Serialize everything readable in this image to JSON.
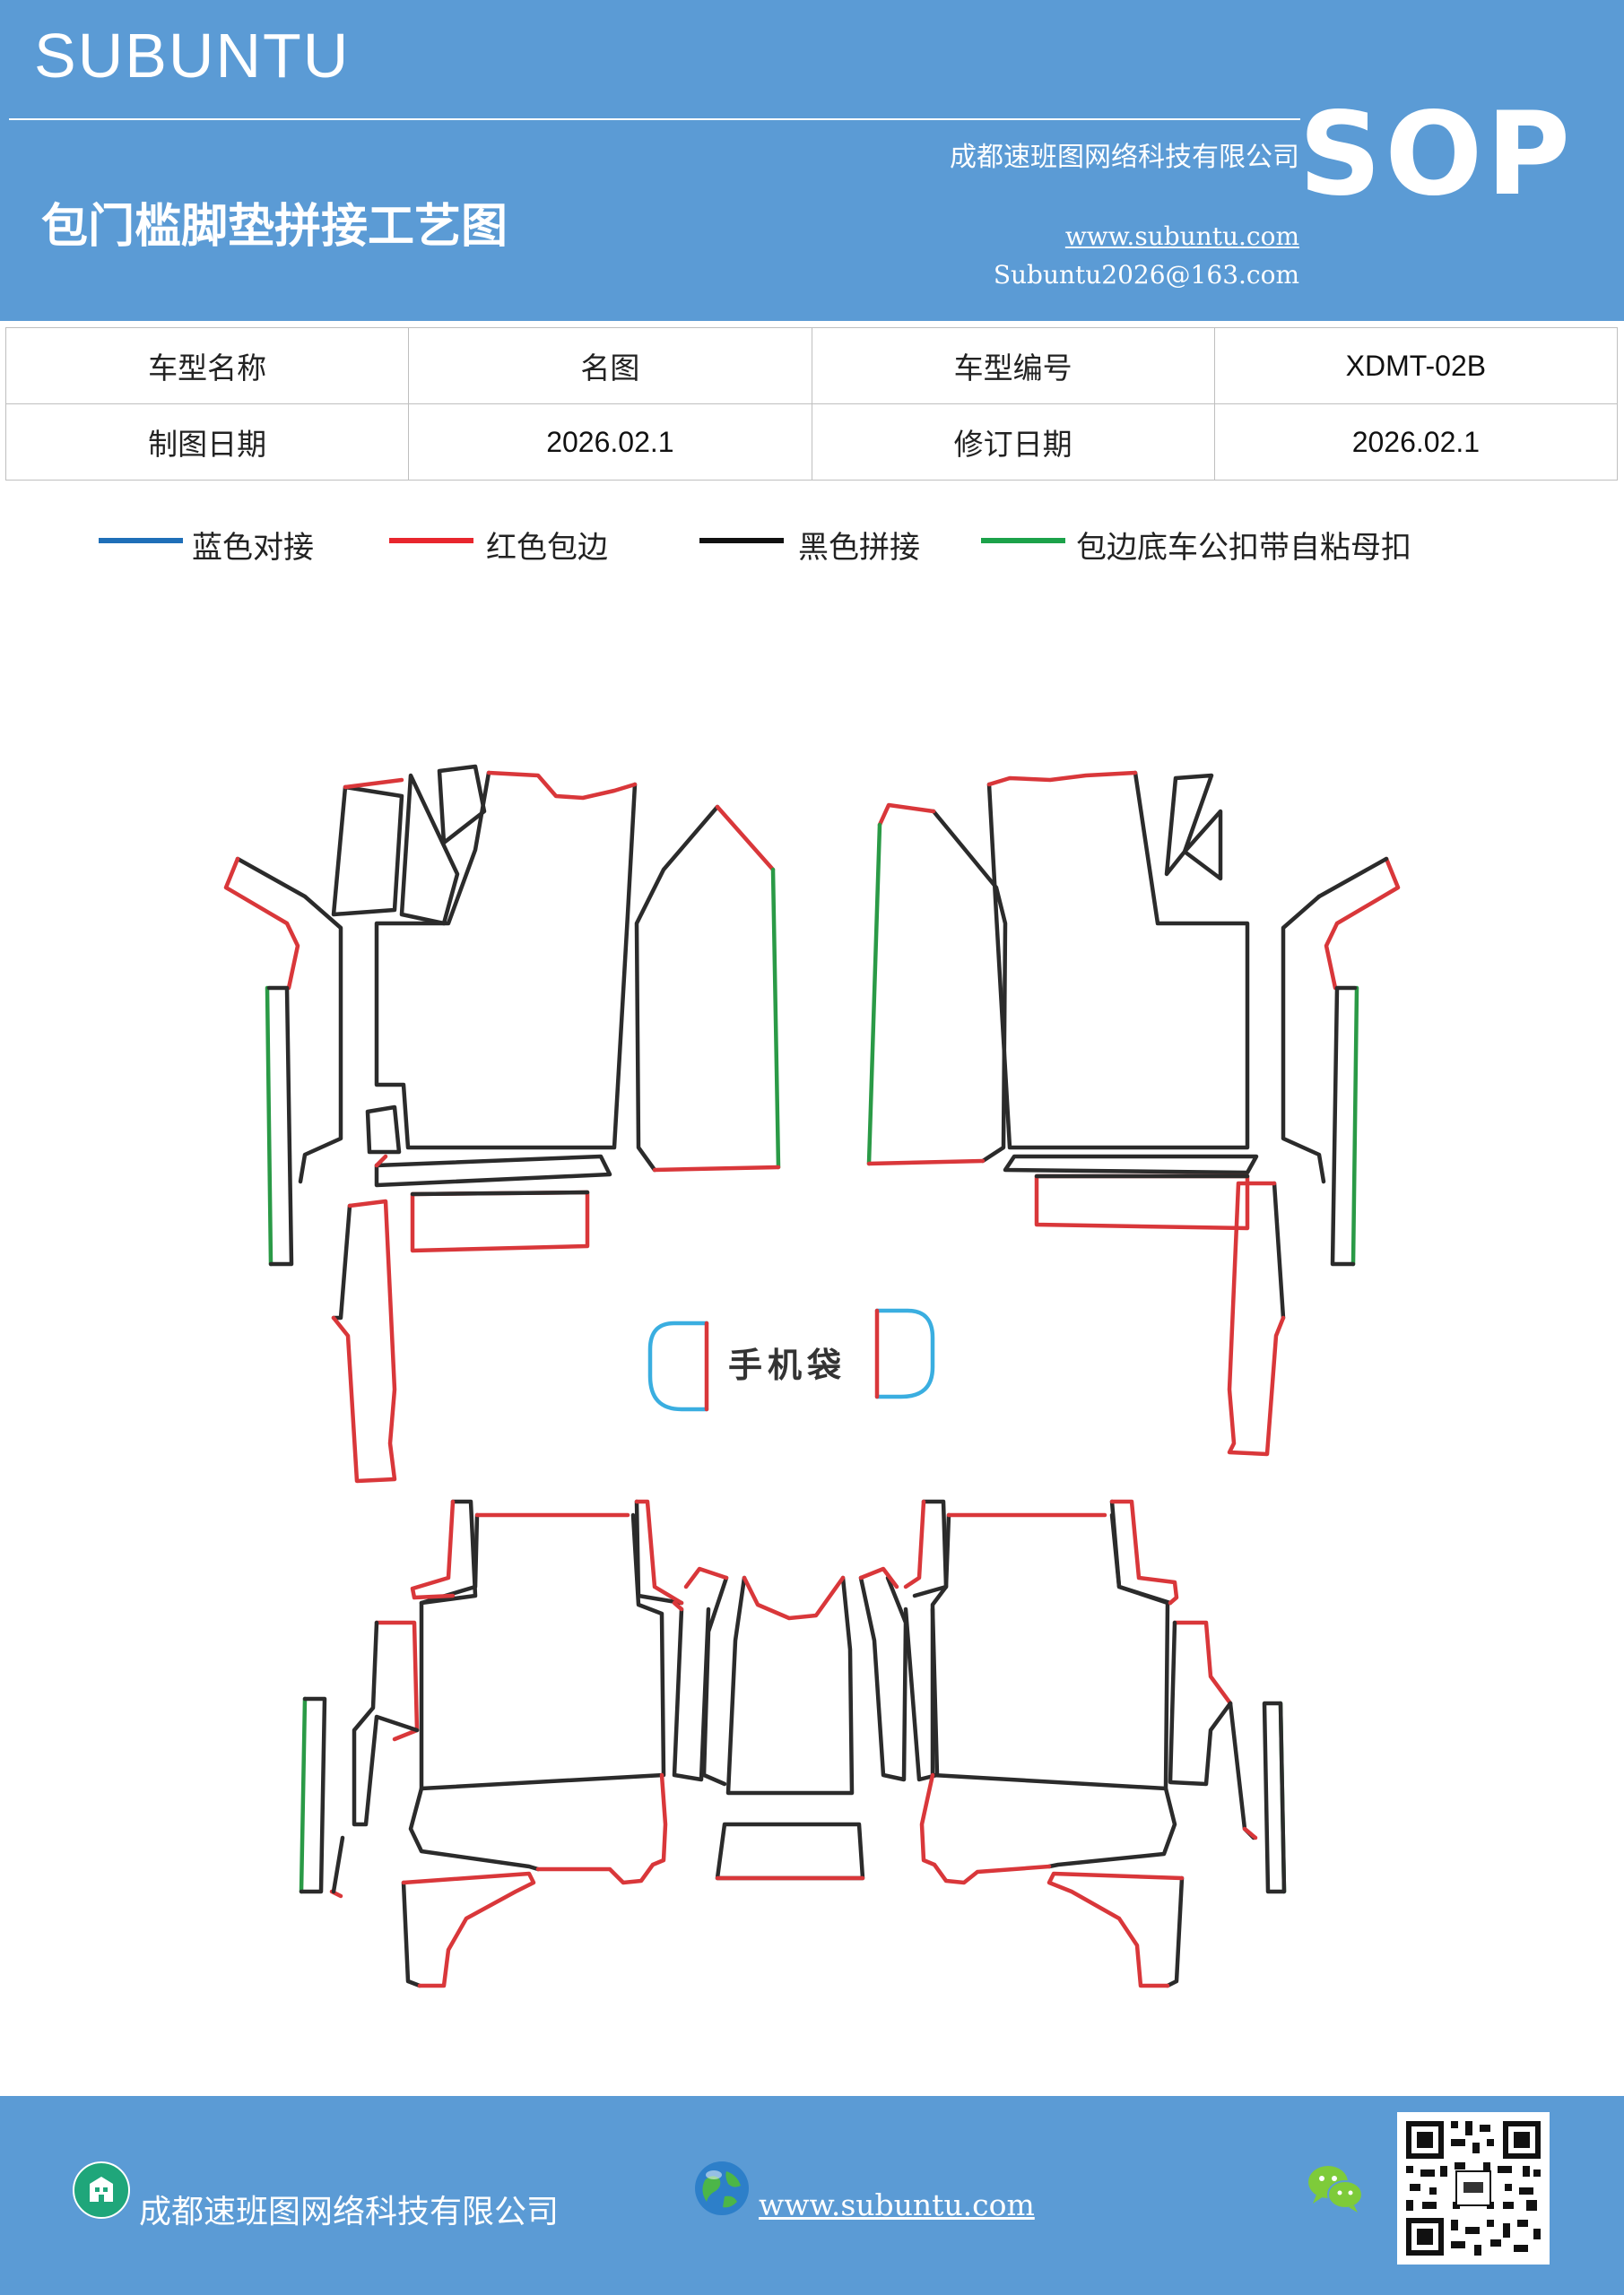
{
  "header": {
    "brand": "SUBUNTU",
    "company": "成都速班图网络科技有限公司",
    "title": "包门槛脚垫拼接工艺图",
    "website": "www.subuntu.com",
    "email": "Subuntu2026@163.com",
    "badge": "SOP",
    "background_color": "#5b9bd5"
  },
  "info_table": {
    "rows": [
      [
        "车型名称",
        "名图",
        "车型编号",
        "XDMT-02B"
      ],
      [
        "制图日期",
        "2026.02.1",
        "修订日期",
        "2026.02.1"
      ]
    ]
  },
  "legend": [
    {
      "color": "#1f6fb8",
      "label": "蓝色对接"
    },
    {
      "color": "#e8262d",
      "label": "红色包边"
    },
    {
      "color": "#111111",
      "label": "黑色拼接"
    },
    {
      "color": "#1ca24a",
      "label": "包边底车公扣带自粘母扣"
    }
  ],
  "diagram": {
    "phone_pocket_label": "手机袋",
    "line_colors": {
      "black": "#2b2b2b",
      "red": "#d9373a",
      "green": "#2a9a46",
      "blue": "#3aaee0"
    }
  },
  "footer": {
    "company": "成都速班图网络科技有限公司",
    "website": "www.subuntu.com ",
    "icons": [
      "building-icon",
      "globe-icon",
      "wechat-icon",
      "qr-code"
    ]
  }
}
